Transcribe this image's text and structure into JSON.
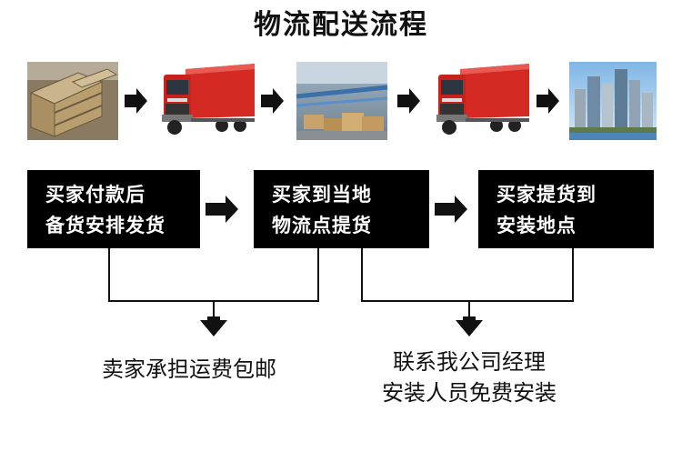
{
  "title": "物流配送流程",
  "photos": [
    {
      "name": "crates-photo",
      "desc": "wooden-crates"
    },
    {
      "name": "truck-photo-1",
      "desc": "red-truck"
    },
    {
      "name": "warehouse-photo",
      "desc": "warehouse"
    },
    {
      "name": "truck-photo-2",
      "desc": "red-truck"
    },
    {
      "name": "city-photo",
      "desc": "city-skyline"
    }
  ],
  "steps": [
    {
      "line1": "买家付款后",
      "line2": "备货安排发货"
    },
    {
      "line1": "买家到当地",
      "line2": "物流点提货"
    },
    {
      "line1": "买家提货到",
      "line2": "安装地点"
    }
  ],
  "captions": {
    "left": "卖家承担运费包邮",
    "right_line1": "联系我公司经理",
    "right_line2": "安装人员免费安装"
  },
  "colors": {
    "box_bg": "#000000",
    "box_text": "#ffffff",
    "truck_red": "#d42a23",
    "arrow": "#111111"
  }
}
